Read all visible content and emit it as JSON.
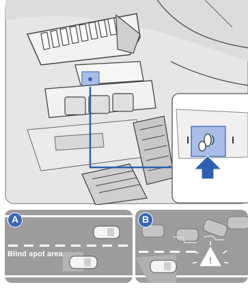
{
  "panels": {
    "a": {
      "badge": "A",
      "label": "Blind spot area"
    },
    "b": {
      "badge": "B"
    }
  },
  "colors": {
    "accent": "#3a66b8",
    "road": "#9c9c9c",
    "warning": "#ffffff"
  },
  "icons": [
    "blind-spot-warning-button-icon",
    "blind-spot-car-icon",
    "warning-triangle-icon",
    "indicator-arrow-icon"
  ]
}
